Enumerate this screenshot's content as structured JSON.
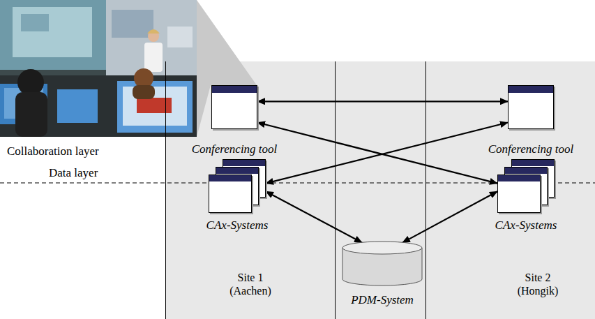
{
  "diagram": {
    "nodes": [
      {
        "text": [
          "Site 1 (Aachen)"
        ]
      },
      {
        "text": [
          "Conferencing tool"
        ],
        "in": 0
      },
      {
        "text": [
          "CAx-Systems"
        ],
        "in": 0
      },
      {
        "text": [
          "PDM-System"
        ]
      },
      {
        "text": [
          "Site 2 (Hongik)"
        ]
      },
      {
        "text": [
          "Conferencing tool"
        ],
        "in": 4
      },
      {
        "text": [
          "CAx-Systems"
        ],
        "in": 4
      }
    ],
    "edges": [
      {
        "from": 1,
        "to": 5,
        "arrow": "both"
      },
      {
        "from": 1,
        "to": 6,
        "arrow": "both"
      },
      {
        "from": 5,
        "to": 2,
        "arrow": "both"
      },
      {
        "from": 2,
        "to": 3,
        "arrow": "both"
      },
      {
        "from": 6,
        "to": 3,
        "arrow": "both"
      }
    ],
    "labels": [
      "Collaboration layer",
      "Data layer"
    ]
  }
}
